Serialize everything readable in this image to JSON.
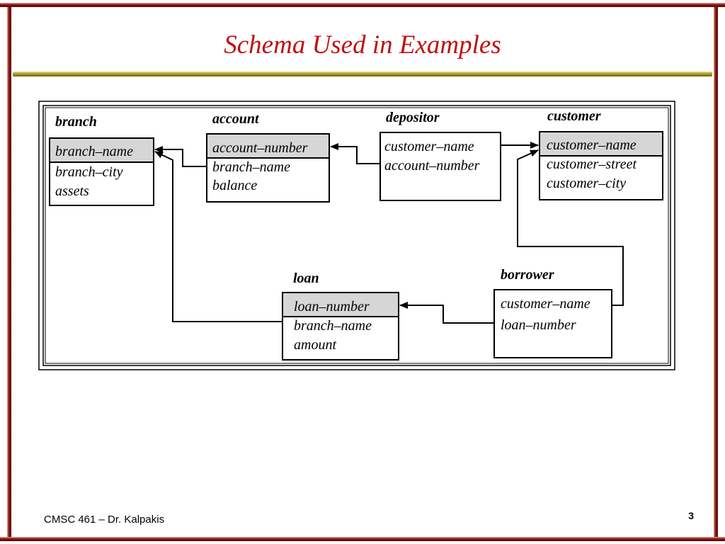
{
  "slide": {
    "title": "Schema Used in Examples",
    "footer": "CMSC 461 – Dr. Kalpakis",
    "page_number": "3"
  },
  "diagram": {
    "tables": {
      "branch": {
        "name": "branch",
        "key": "branch–name",
        "attrs": [
          "branch–city",
          "assets"
        ]
      },
      "account": {
        "name": "account",
        "key": "account–number",
        "attrs": [
          "branch–name",
          "balance"
        ]
      },
      "depositor": {
        "name": "depositor",
        "key": "",
        "attrs": [
          "customer–name",
          "account–number"
        ]
      },
      "customer": {
        "name": "customer",
        "key": "customer–name",
        "attrs": [
          "customer–street",
          "customer–city"
        ]
      },
      "loan": {
        "name": "loan",
        "key": "loan–number",
        "attrs": [
          "branch–name",
          "amount"
        ]
      },
      "borrower": {
        "name": "borrower",
        "key": "",
        "attrs": [
          "customer–name",
          "loan–number"
        ]
      }
    },
    "links": [
      {
        "from": "account.branch–name",
        "to": "branch.branch–name"
      },
      {
        "from": "loan.branch–name",
        "to": "branch.branch–name"
      },
      {
        "from": "depositor.account–number",
        "to": "account.account–number"
      },
      {
        "from": "depositor.customer–name",
        "to": "customer.customer–name"
      },
      {
        "from": "borrower.customer–name",
        "to": "customer.customer–name"
      },
      {
        "from": "borrower.loan–number",
        "to": "loan.loan–number"
      }
    ]
  }
}
